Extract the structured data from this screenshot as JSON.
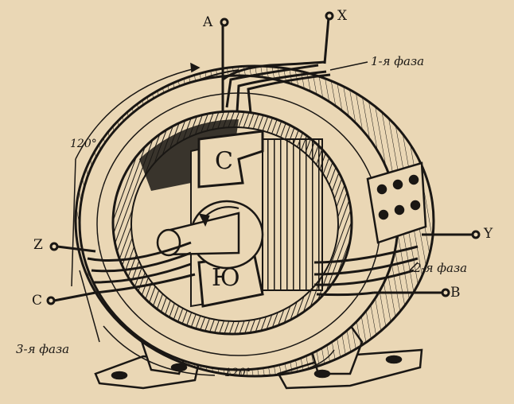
{
  "terminals": {
    "A": "A",
    "X": "X",
    "Z": "Z",
    "Y": "Y",
    "C": "C",
    "B": "B"
  },
  "phases": {
    "first": "1-я фаза",
    "second": "2-я фаза",
    "third": "3-я фаза"
  },
  "angles": {
    "left": "120°",
    "bottom": "120°"
  },
  "poles": {
    "north": "С",
    "south": "Ю"
  },
  "colors": {
    "paper": "#ead7b5",
    "ink": "#1a1714",
    "shade": "#6e6254"
  }
}
